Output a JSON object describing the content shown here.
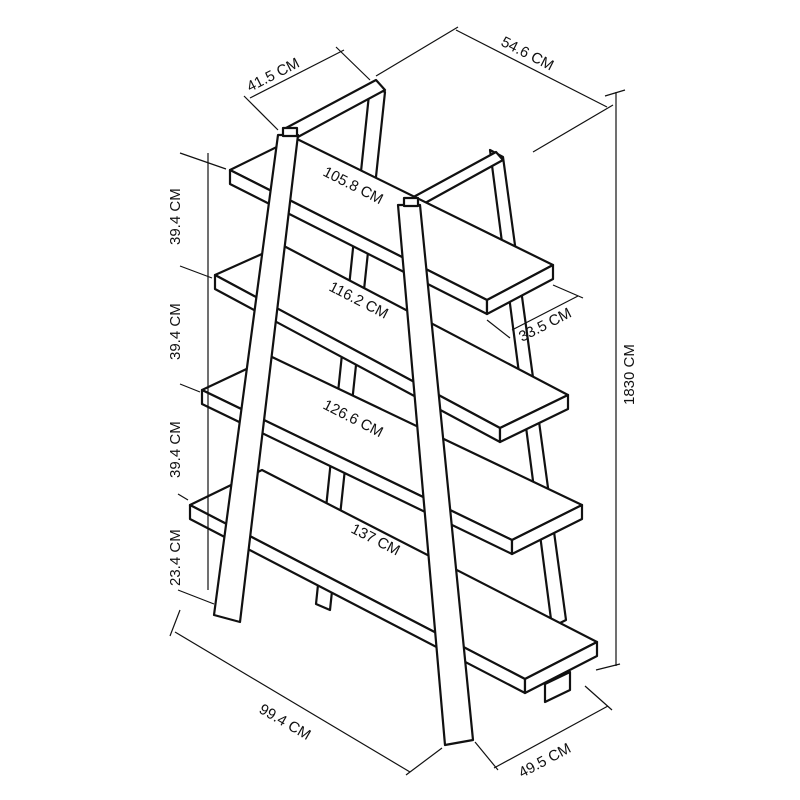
{
  "dimensions": {
    "top_depth": "41.5 CM",
    "top_width": "54.6 CM",
    "shelf_1_width": "105.8 CM",
    "shelf_2_width": "116.2 CM",
    "shelf_3_width": "126.6 CM",
    "shelf_4_width": "137 CM",
    "shelf_depth": "33.5 CM",
    "total_height": "1830 CM",
    "spacing_1": "39.4 CM",
    "spacing_2": "39.4 CM",
    "spacing_3": "39.4 CM",
    "bottom_clearance": "23.4 CM",
    "base_width": "99.4 CM",
    "base_depth": "49.5 CM"
  }
}
